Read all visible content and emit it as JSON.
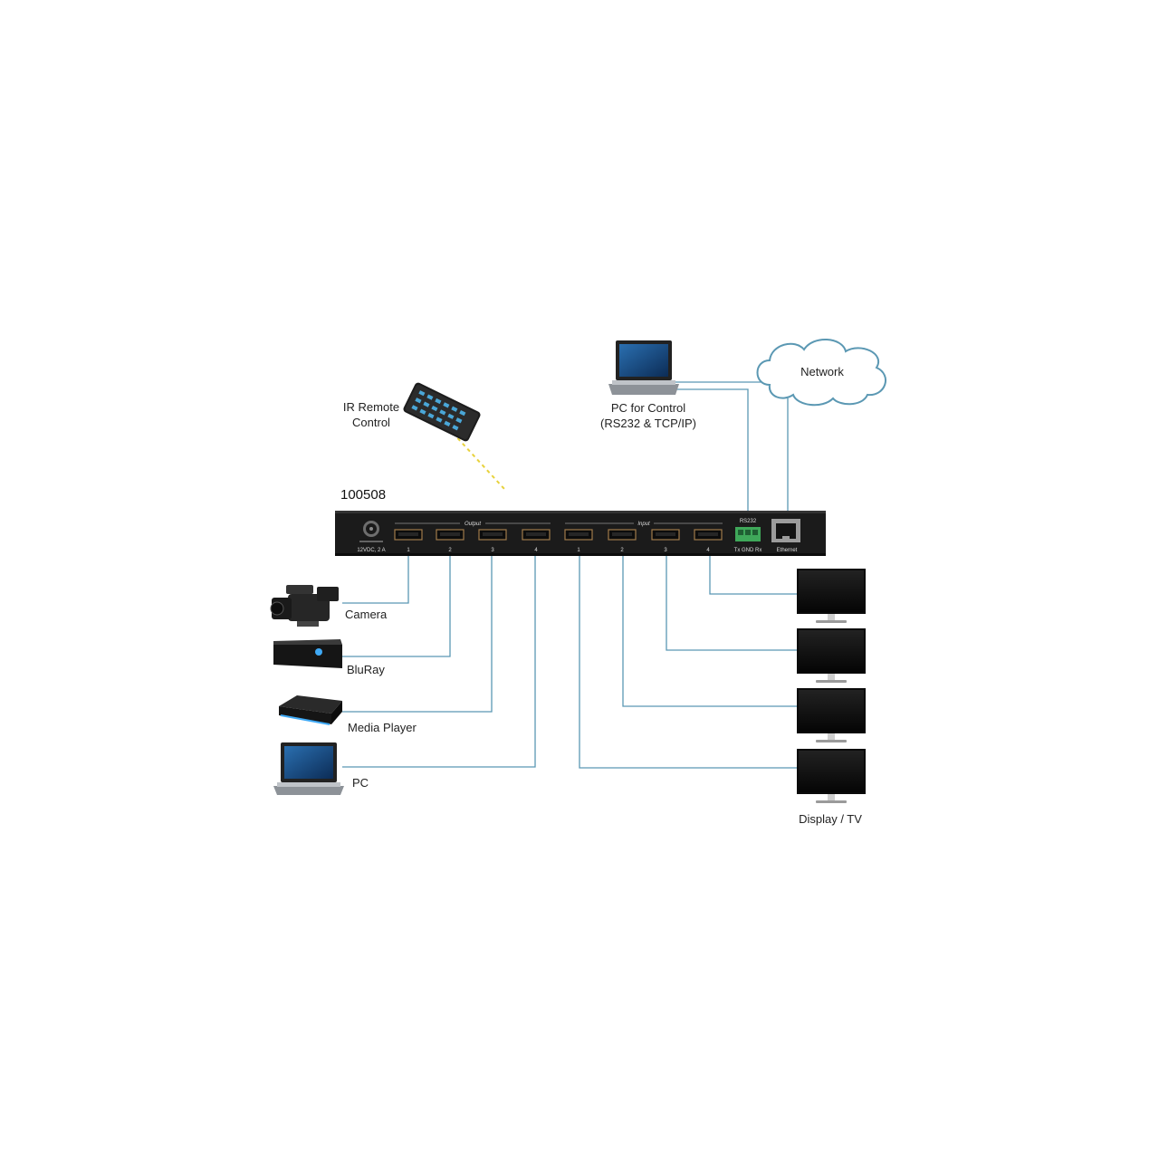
{
  "device": {
    "model": "100508",
    "power_label": "12VDC, 2 A",
    "output_label": "Output",
    "input_label": "Input",
    "output_ports": [
      "1",
      "2",
      "3",
      "4"
    ],
    "input_ports": [
      "1",
      "2",
      "3",
      "4"
    ],
    "rs232_label": "RS232",
    "rs232_pins": "Tx GND Rx",
    "ethernet_label": "Ethernet"
  },
  "labels": {
    "ir_remote_line1": "IR Remote",
    "ir_remote_line2": "Control",
    "pc_control_line1": "PC for Control",
    "pc_control_line2": "(RS232 & TCP/IP)",
    "network": "Network",
    "camera": "Camera",
    "bluray": "BluRay",
    "media_player": "Media Player",
    "pc": "PC",
    "display": "Display / TV"
  },
  "colors": {
    "wire": "#5b98b3",
    "ir_beam": "#e8d23c",
    "device_body": "#1b1b1b",
    "terminal": "#3fa85a"
  },
  "icons": [
    "ir-remote-icon",
    "laptop-icon",
    "cloud-icon",
    "camera-icon",
    "bluray-player-icon",
    "media-player-icon",
    "monitor-icon",
    "ethernet-port-icon",
    "hdmi-port-icon",
    "dc-jack-icon"
  ]
}
